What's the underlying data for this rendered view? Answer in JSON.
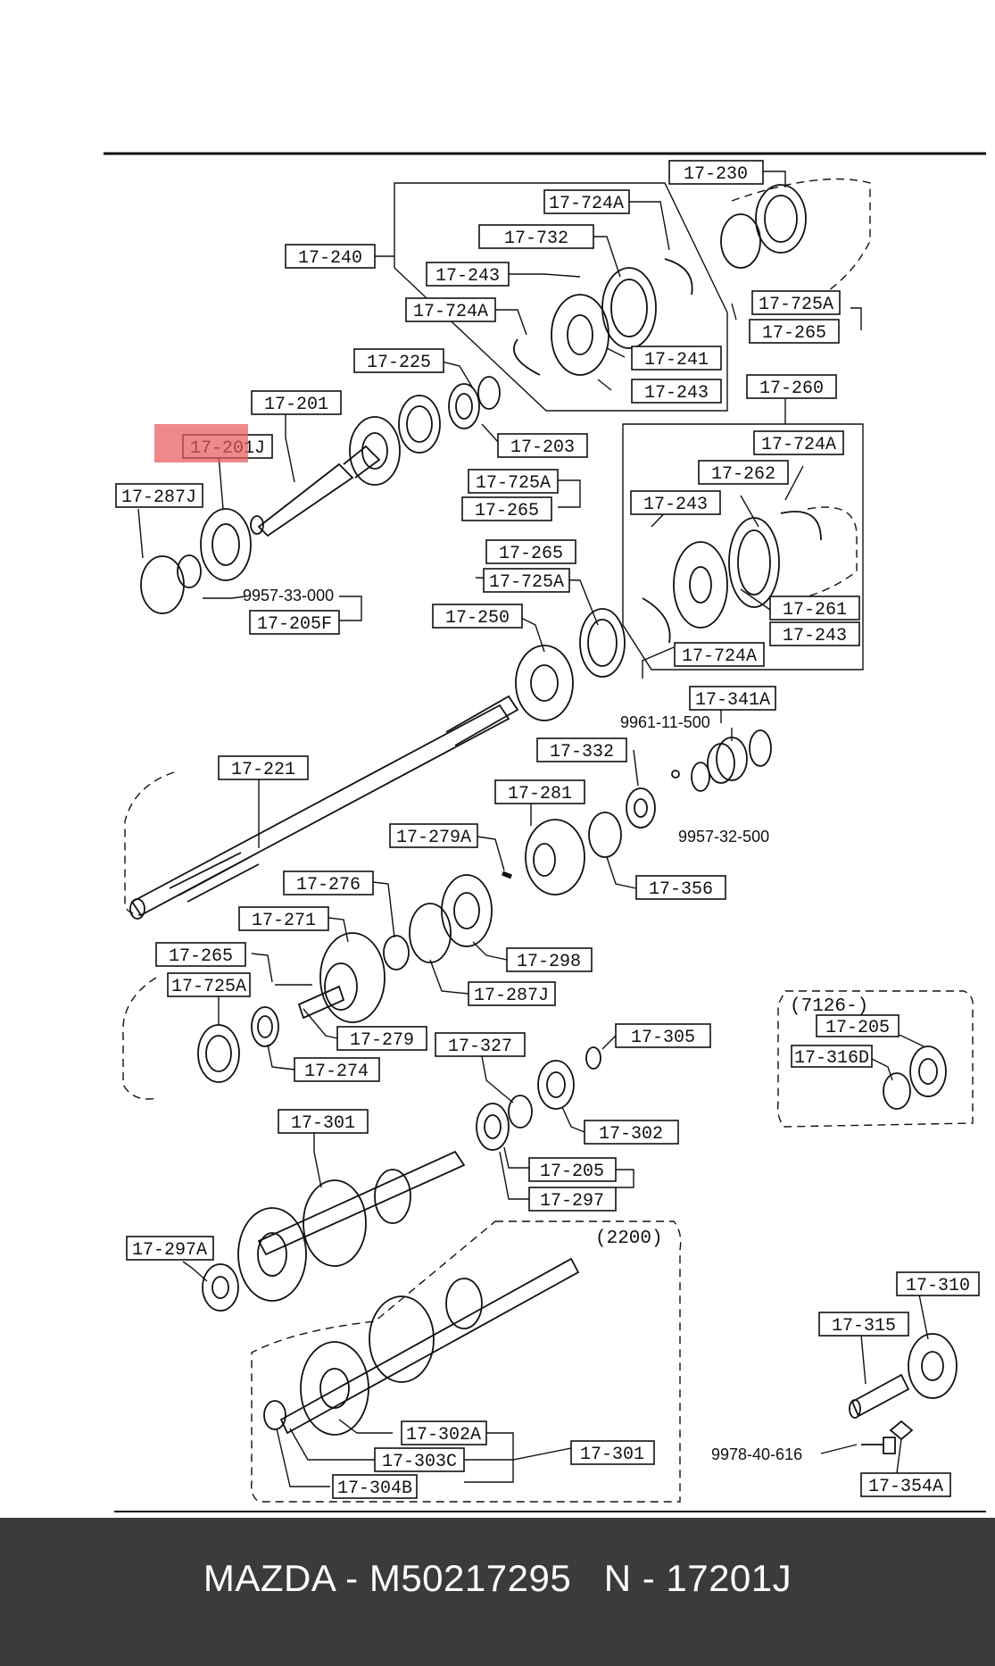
{
  "labels": {
    "l_17_230": "17-230",
    "l_17_724a_top": "17-724A",
    "l_17_732": "17-732",
    "l_17_240": "17-240",
    "l_17_243_top": "17-243",
    "l_17_724a_mid": "17-724A",
    "l_17_725a_right": "17-725A",
    "l_17_265_right": "17-265",
    "l_17_241": "17-241",
    "l_17_243_b": "17-243",
    "l_17_225": "17-225",
    "l_17_201": "17-201",
    "l_17_201j": "17-201J",
    "l_17_203": "17-203",
    "l_17_260": "17-260",
    "l_17_724a_r": "17-724A",
    "l_17_262": "17-262",
    "l_17_287j_top": "17-287J",
    "l_17_725a_c": "17-725A",
    "l_17_265_c": "17-265",
    "l_17_243_r": "17-243",
    "l_17_265_d": "17-265",
    "l_17_725a_d": "17-725A",
    "l_17_261": "17-261",
    "l_17_243_r2": "17-243",
    "l_17_205f": "17-205F",
    "l_17_250": "17-250",
    "l_17_724a_r2": "17-724A",
    "l_17_341a": "17-341A",
    "l_17_221": "17-221",
    "l_17_332": "17-332",
    "l_17_281": "17-281",
    "l_17_279a": "17-279A",
    "l_17_356": "17-356",
    "l_17_276": "17-276",
    "l_17_271": "17-271",
    "l_17_298": "17-298",
    "l_17_265_l": "17-265",
    "l_17_725a_l": "17-725A",
    "l_17_287j_b": "17-287J",
    "l_17_279": "17-279",
    "l_17_274": "17-274",
    "l_17_327": "17-327",
    "l_17_305": "17-305",
    "l_17_205_inset": "17-205",
    "l_17_316d": "17-316D",
    "l_17_302": "17-302",
    "l_17_301": "17-301",
    "l_17_205": "17-205",
    "l_17_297": "17-297",
    "l_17_297a": "17-297A",
    "l_17_310": "17-310",
    "l_17_315": "17-315",
    "l_17_302a": "17-302A",
    "l_17_301_b": "17-301",
    "l_17_303c": "17-303C",
    "l_17_304b": "17-304B",
    "l_17_354a": "17-354A"
  },
  "notes": {
    "n_9957_33": "9957-33-000",
    "n_9961_11": "9961-11-500",
    "n_9957_32": "9957-32-500",
    "n_9978_40": "9978-40-616",
    "n_7126": "(7126-)",
    "n_2200": "(2200)"
  },
  "footer": {
    "text": "MAZDA - M50217295   N - 17201J"
  },
  "colors": {
    "highlight": "#e75c5c",
    "footer_bg": "#3b3b3b",
    "footer_text": "#ffffff"
  }
}
